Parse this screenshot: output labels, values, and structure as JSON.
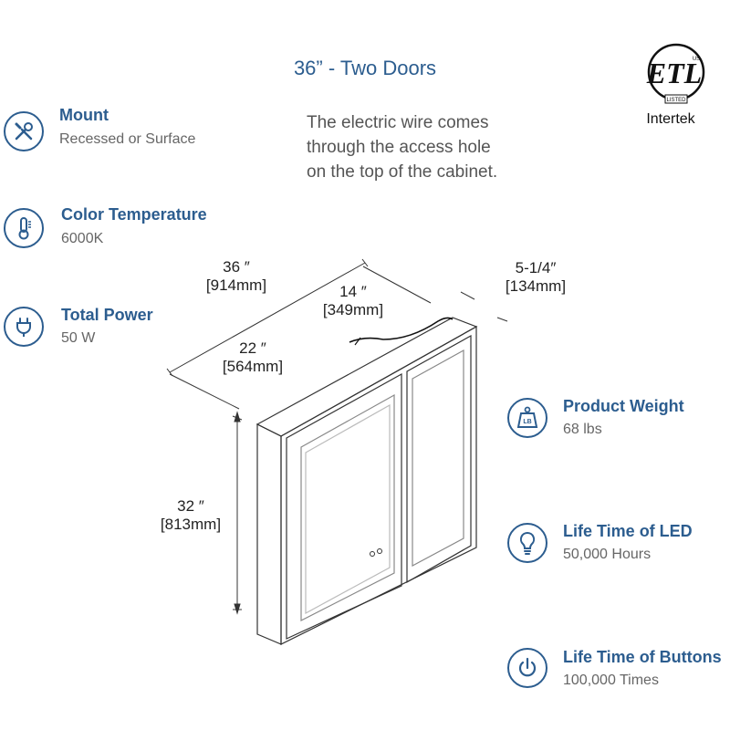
{
  "title": "36” - Two Doors",
  "note_lines": [
    "The electric wire comes",
    "through the access hole",
    "on the top of the cabinet."
  ],
  "certification": {
    "mark": "ETL",
    "badge": "LISTED",
    "us": "US",
    "lab": "Intertek"
  },
  "specs": [
    {
      "icon": "tools-icon",
      "label": "Mount",
      "value": "Recessed or Surface"
    },
    {
      "icon": "thermometer-icon",
      "label": "Color Temperature",
      "value": "6000K"
    },
    {
      "icon": "power-plug-icon",
      "label": "Total Power",
      "value": "50 W"
    },
    {
      "icon": "weight-icon",
      "label": "Product Weight",
      "value": "68 lbs"
    },
    {
      "icon": "lightbulb-icon",
      "label": "Life Time of LED",
      "value": "50,000 Hours"
    },
    {
      "icon": "power-button-icon",
      "label": "Life Time of Buttons",
      "value": "100,000 Times"
    }
  ],
  "dimensions": {
    "width": {
      "in": "36 ″",
      "mm": "[914mm]"
    },
    "height": {
      "in": "32 ″",
      "mm": "[813mm]"
    },
    "access_hole": {
      "in": "14 ″",
      "mm": "[349mm]"
    },
    "wire_offset": {
      "in": "22 ″",
      "mm": "[564mm]"
    },
    "depth": {
      "in": "5-1/4″",
      "mm": "[134mm]"
    }
  },
  "colors": {
    "accent": "#2c5d8f",
    "text": "#555555"
  }
}
